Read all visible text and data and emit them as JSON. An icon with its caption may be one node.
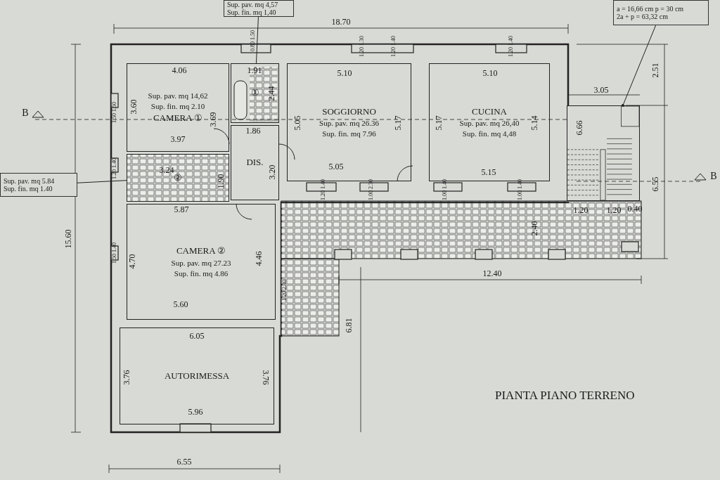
{
  "diagram": {
    "title": "PIANTA PIANO TERRENO",
    "nodes": [
      {
        "text": [
          "Sup. pav. mq 14,62",
          "Sup. fin. mq 2.10",
          "CAMERA ①"
        ]
      },
      {
        "text": [
          "①"
        ]
      },
      {
        "text": [
          "Sup. pav. mq 4,57",
          "Sup. fin. mq 1,40"
        ]
      },
      {
        "text": [
          "SOGGIORNO",
          "Sup. pav. mq 26.36",
          "Sup. fin. mq 7.96"
        ]
      },
      {
        "text": [
          "CUCINA",
          "Sup. pav. mq 26,40",
          "Sup. fin. mq 4,48"
        ]
      },
      {
        "text": [
          "DIS."
        ]
      },
      {
        "text": [
          "②"
        ]
      },
      {
        "text": [
          "Sup. pav. mq 5.84",
          "Sup. fin. mq 1.40"
        ]
      },
      {
        "text": [
          "CAMERA ②",
          "Sup. pav. mq 27.23",
          "Sup. fin. mq 4.86"
        ]
      },
      {
        "text": [
          "AUTORIMESSA"
        ]
      },
      {
        "text": [
          "a = 16,66 cm p = 30 cm",
          "2a + p = 63,32 cm"
        ]
      },
      {
        "text": [],
        "shape": "picture"
      }
    ],
    "edges": [
      {
        "from": 2,
        "to": 1,
        "arrow": "none"
      },
      {
        "from": 7,
        "to": 6,
        "arrow": "none"
      },
      {
        "from": 10,
        "to": 11,
        "arrow": "other"
      }
    ],
    "labels": [
      "18.70",
      "2.51",
      "3.05",
      "B",
      "15.60",
      "4.06",
      "3.60",
      "3.69",
      "3.97",
      "1.91",
      "2.44",
      "5.10",
      "5.10",
      "5.05",
      "5.17",
      "5.17",
      "5.14",
      "6.66",
      "1.86",
      "3.20",
      "3.24",
      "1.90",
      "5.05",
      "5.15",
      "6.55",
      "B",
      "5.87",
      "1.20",
      "1.20",
      "0.40",
      "2.40",
      "4.70",
      "4.46",
      "12.40",
      "5.60",
      "6.81",
      "6.05",
      "3.76",
      "3.76",
      "5.96",
      "6.55",
      "0.80 1.50",
      "1.20 1.30",
      "1.20 1.40",
      "1.20 1.40",
      "1.50 1.50",
      "1.20 1.40",
      "1.20 1.40",
      "1.00 2.30",
      "1.00 1.40",
      "1.00 1.40",
      "1.50 1.40",
      "1.20 2.30"
    ]
  }
}
